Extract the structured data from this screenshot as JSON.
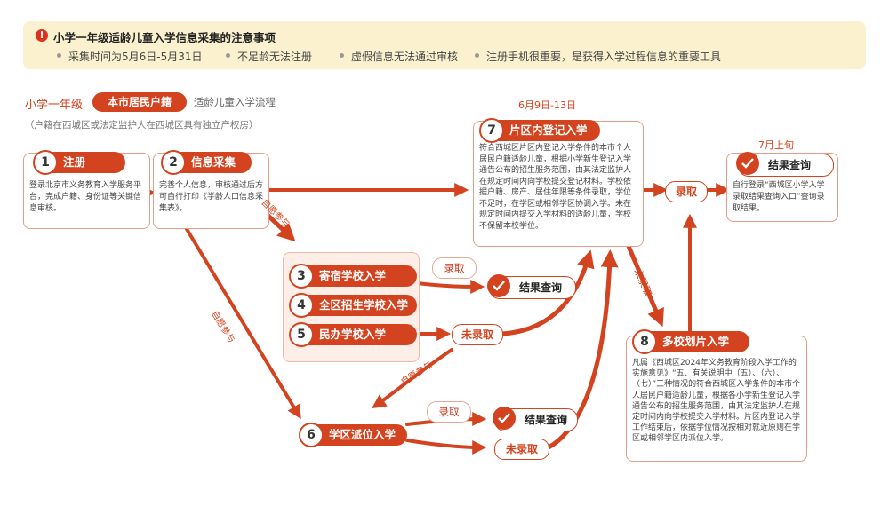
{
  "notice": {
    "title": "小学一年级适龄儿童入学信息采集的注意事项",
    "items": [
      "采集时间为5月6日-5月31日",
      "不足龄无法注册",
      "虚假信息无法通过审核",
      "注册手机很重要，是获得入学过程信息的重要工具"
    ]
  },
  "header": {
    "grade": "小学一年级",
    "residence": "本市居民户籍",
    "flow_name": "适龄儿童入学流程",
    "note": "（户籍在西城区或法定监护人在西城区具有独立产权房）"
  },
  "steps": {
    "s1": {
      "num": "1",
      "label": "注册",
      "desc": "登录北京市义务教育入学服务平台，完成户籍、身份证等关键信息审核。"
    },
    "s2": {
      "num": "2",
      "label": "信息采集",
      "desc": "完善个人信息，审核通过后方可自行打印《学龄人口信息采集表》。"
    },
    "s3": {
      "num": "3",
      "label": "寄宿学校入学"
    },
    "s4": {
      "num": "4",
      "label": "全区招生学校入学"
    },
    "s5": {
      "num": "5",
      "label": "民办学校入学"
    },
    "s6": {
      "num": "6",
      "label": "学区派位入学"
    },
    "s7": {
      "num": "7",
      "label": "片区内登记入学",
      "date": "6月9日-13日",
      "desc": "符合西城区片区内登记入学条件的本市个人居民户籍适龄儿童，根据小学新生登记入学通告公布的招生服务范围，由其法定监护人在规定时间内向学校提交登记材料。学校依据户籍、房产、居住年限等条件录取，学位不足时，在学区或相邻学区协调入学。未在规定时间内提交入学材料的适龄儿童，学校不保留本校学位。"
    },
    "s8": {
      "num": "8",
      "label": "多校划片入学",
      "desc": "凡属《西城区2024年义务教育阶段入学工作的实施意见》“五、有关说明中（五）、（六）、（七）”三种情况的符合西城区入学条件的本市个人居民户籍适龄儿童，根据各小学新生登记入学通告公布的招生服务范围，由其法定监护人在规定时间内向学校提交入学材料。片区内登记入学工作结束后，依据学位情况按相对就近原则在学区或相邻学区内派位入学。"
    }
  },
  "results": {
    "top": {
      "label": "结果查询",
      "date": "7月上旬",
      "desc": "自行登录“西城区小学入学录取结果查询入口”查询录取结果。"
    },
    "mid": {
      "label": "结果查询"
    },
    "bottom": {
      "label": "结果查询"
    }
  },
  "labels": {
    "admitted": "录取",
    "not_admitted": "未录取",
    "voluntary": "自愿参与"
  },
  "colors": {
    "accent": "#d4431f",
    "notice_bg": "#fbf1cf",
    "group_bg": "#fdeee7"
  }
}
